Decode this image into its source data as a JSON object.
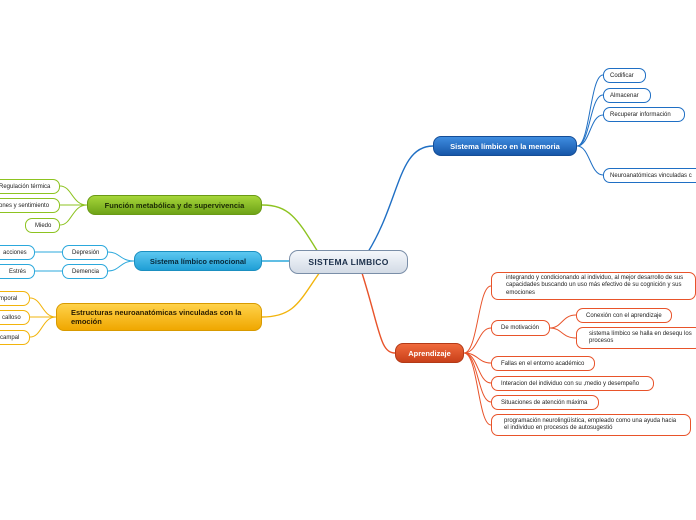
{
  "root": {
    "label": "SISTEMA LIMBICO"
  },
  "memoria": {
    "label": "Sistema límbico en la memoria",
    "children": [
      "Codificar",
      "Almacenar",
      "Recuperar información",
      "Neuroanatómicas vinculadas c"
    ]
  },
  "aprendizaje": {
    "label": "Aprendizaje",
    "integrando": "integrando y condicionando al individuo, al mejor desarrollo de sus capacidades buscando un uso más efectivo de su cognición y sus emociones",
    "motivacion": {
      "label": "De motivación",
      "children": [
        "Conexión con el aprendizaje",
        "sistema límbico se halla en desequ los procesos"
      ]
    },
    "fallas": "Fallas en el entorno académico",
    "interaccion": "Interacion del individuo con su ,medio y desempeño",
    "situaciones": "Situaciones de atención máxima",
    "programacion": "programación neurolingüística, empleado como una ayuda hacia el individuo en procesos de autosugestió"
  },
  "metabolica": {
    "label": "Función metabólica y de supervivencia",
    "children": [
      "Regulación térmica",
      "ones y sentimiento",
      "Miedo"
    ]
  },
  "emocional": {
    "label": "Sistema límbico emocional",
    "children": [
      {
        "label": "Depresión",
        "child": "acciones"
      },
      {
        "label": "Demencia",
        "child": "Estrés"
      }
    ]
  },
  "estructuras": {
    "label": "Estructuras neuroanatómicas vinculadas con la emoción",
    "children": [
      "mporal",
      "calloso",
      "campal"
    ]
  },
  "colors": {
    "blue": "#1f6fc4",
    "red": "#e8532a",
    "green": "#8dc320",
    "cyan": "#2ba8dc",
    "gold": "#f2b40c"
  }
}
